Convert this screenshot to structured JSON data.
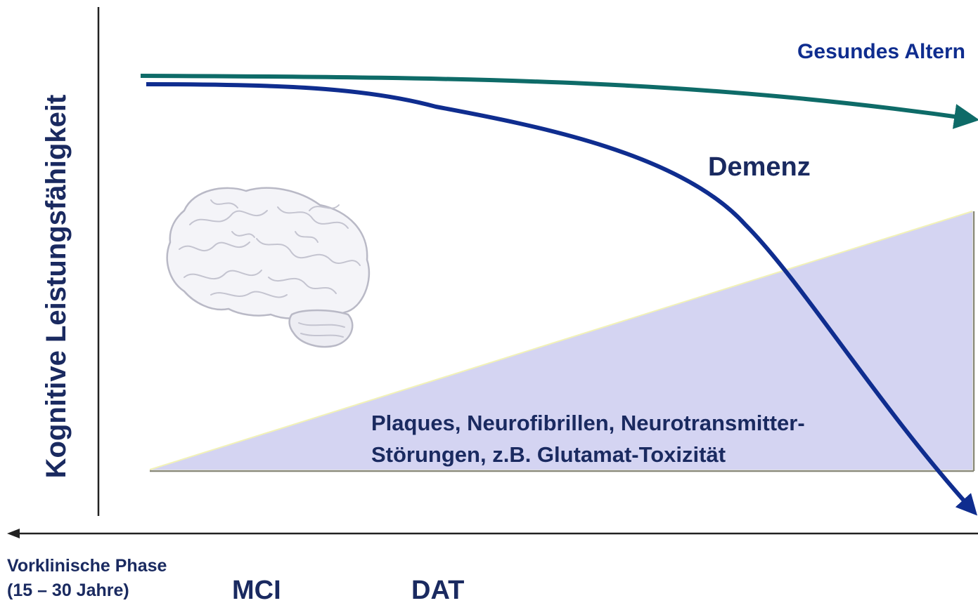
{
  "y_axis_label": "Kognitive Leistungsfähigkeit",
  "curves": {
    "healthy_label": "Gesundes Altern",
    "dementia_label": "Demenz"
  },
  "pathology": {
    "line1": "Plaques, Neurofibrillen, Neurotransmitter-",
    "line2": "Störungen, z.B. Glutamat-Toxizität"
  },
  "phases": {
    "preclinical_line1": "Vorklinische Phase",
    "preclinical_line2": "(15 – 30 Jahre)",
    "mci": "MCI",
    "dat": "DAT"
  },
  "colors": {
    "healthy_curve": "#0e6b68",
    "dementia_curve": "#0f2d8f",
    "text_navy": "#1a2a60",
    "pathology_fill": "#d4d4f2",
    "pathology_top_edge": "#f2f2b8",
    "brain_fill": "#f4f4f8",
    "brain_stroke": "#b9b9c6"
  },
  "icons": {
    "brain": "brain-icon"
  }
}
